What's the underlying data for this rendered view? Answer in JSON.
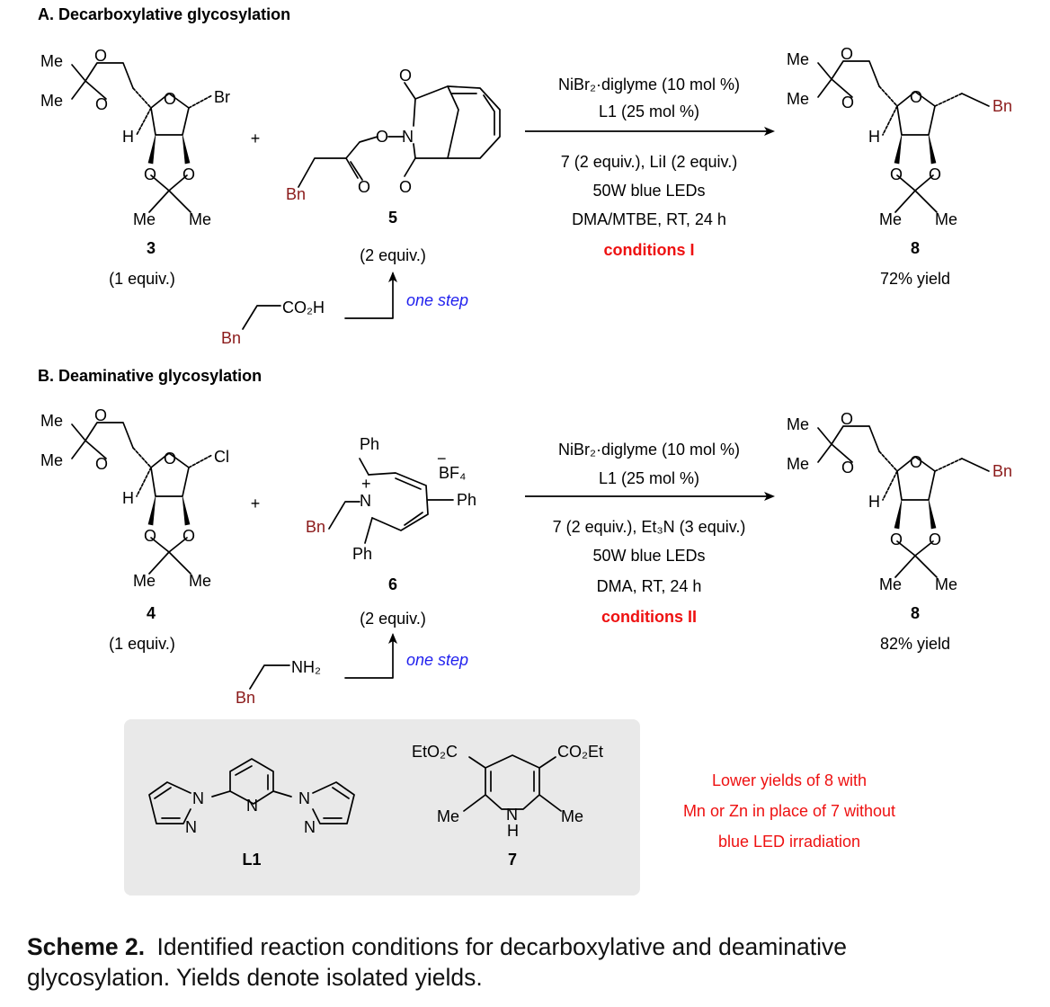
{
  "sectionA": {
    "title": "A. Decarboxylative glycosylation",
    "sm3": {
      "num": "3",
      "equiv": "(1 equiv.)"
    },
    "reag5": {
      "num": "5",
      "equiv": "(2 equiv.)"
    },
    "plus": "+",
    "acid": "CO₂H",
    "bn": "Bn",
    "one_step": "one step",
    "conditions": [
      "NiBr₂·diglyme (10 mol %)",
      "L1 (25 mol %)",
      "7 (2 equiv.), LiI (2 equiv.)",
      "50W blue LEDs",
      "DMA/MTBE, RT, 24 h"
    ],
    "conditions_label": "conditions I",
    "product": {
      "num": "8",
      "yield": "72% yield"
    }
  },
  "sectionB": {
    "title": "B. Deaminative glycosylation",
    "sm4": {
      "num": "4",
      "equiv": "(1 equiv.)"
    },
    "reag6": {
      "num": "6",
      "equiv": "(2 equiv.)"
    },
    "plus": "+",
    "amine": "NH₂",
    "bn": "Bn",
    "one_step": "one step",
    "conditions": [
      "NiBr₂·diglyme (10 mol %)",
      "L1 (25 mol %)",
      "7 (2 equiv.), Et₃N (3 equiv.)",
      "50W blue LEDs",
      "DMA, RT, 24 h"
    ],
    "conditions_label": "conditions II",
    "product": {
      "num": "8",
      "yield": "82% yield"
    }
  },
  "atoms": {
    "me": "Me",
    "o": "O",
    "h": "H",
    "br": "Br",
    "cl": "Cl",
    "n": "N",
    "ph": "Ph",
    "bf4": "BF₄",
    "plus": "+",
    "minus": "−",
    "co2et": "CO₂Et",
    "eto2c": "EtO₂C",
    "nh": "H"
  },
  "box": {
    "l1": "L1",
    "r7": "7",
    "note": [
      "Lower yields of 8 with",
      "Mn or Zn in place of 7 without",
      "blue LED irradiation"
    ]
  },
  "caption": {
    "label": "Scheme 2.",
    "line1": "Identified reaction conditions for decarboxylative and deaminative",
    "line2": "glycosylation. Yields denote isolated yields."
  },
  "colors": {
    "note_red": "#ee1111",
    "step_blue": "#1f1fee",
    "bn_darkred": "#8b1a1a",
    "box_gray": "#e9e9e9"
  }
}
